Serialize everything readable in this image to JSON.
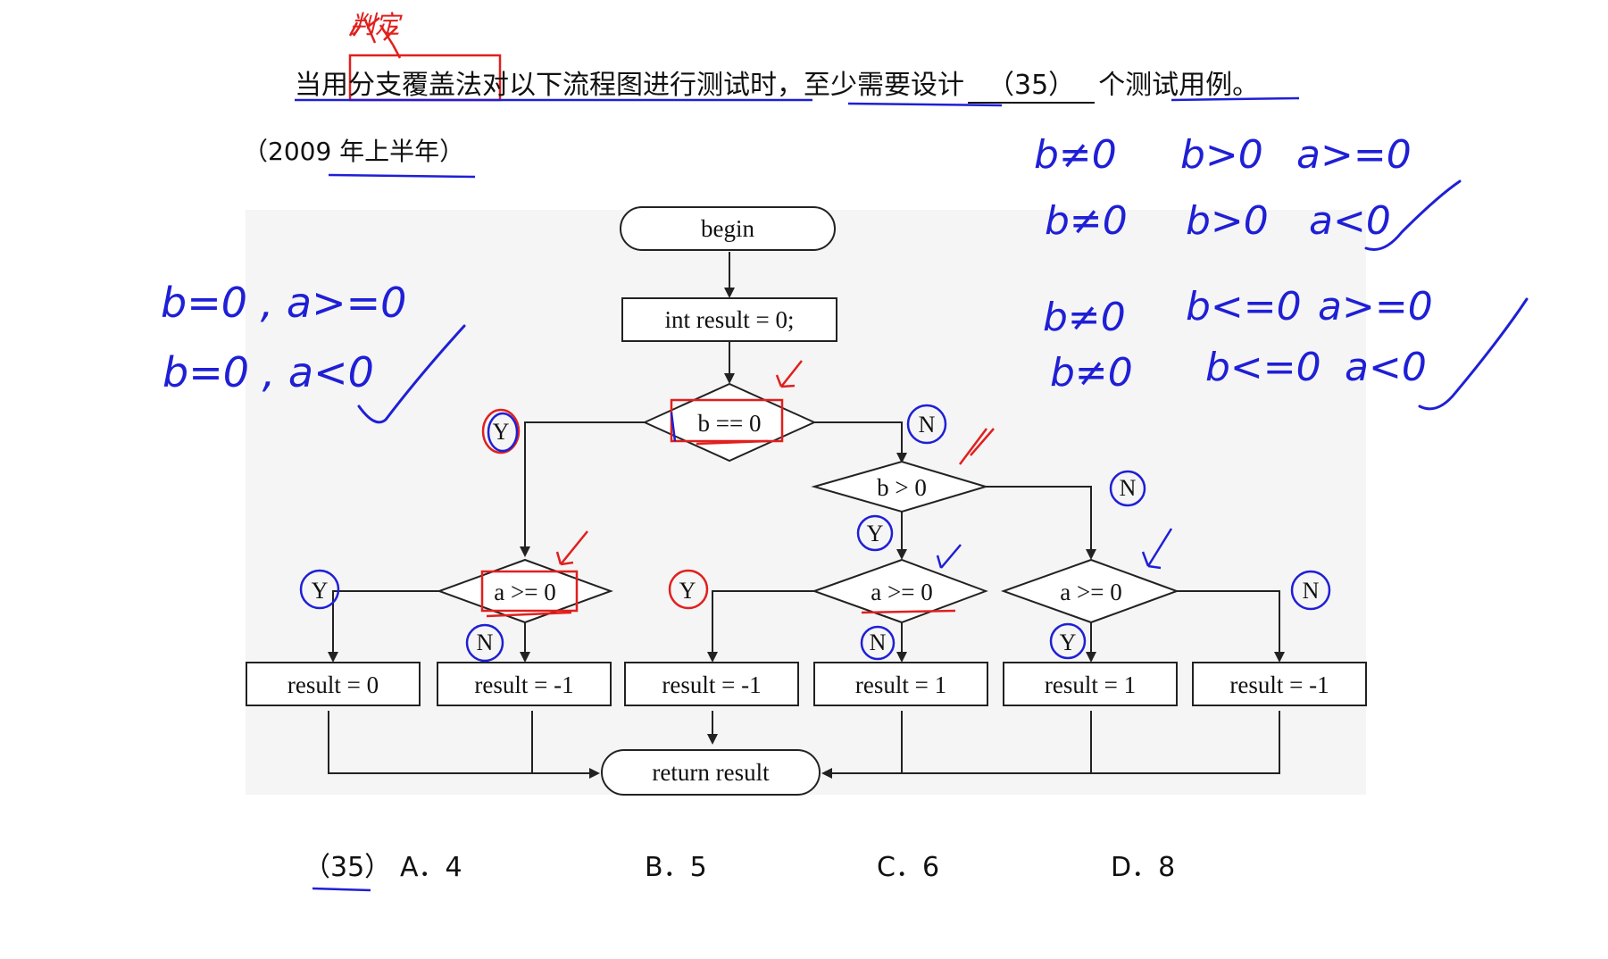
{
  "question": {
    "part1": "当用",
    "highlight": "分支覆盖法",
    "part2": "对以下流程图进行测试时，至少需要设计",
    "blank": "（35）",
    "part3": "个测试用例。",
    "year": "（2009 年上半年）"
  },
  "flowchart": {
    "begin": "begin",
    "init": "int result = 0;",
    "cond_b_eq": "b == 0",
    "cond_b_gt": "b > 0",
    "cond_a1": "a >= 0",
    "cond_a2": "a >= 0",
    "cond_a3": "a >= 0",
    "r1": "result = 0",
    "r2": "result = -1",
    "r3": "result = -1",
    "r4": "result = 1",
    "r5": "result = 1",
    "r6": "result = -1",
    "ret": "return result",
    "yes": "Y",
    "no": "N"
  },
  "answers": {
    "num": "（35）",
    "A": "A．4",
    "B": "B．5",
    "C": "C．6",
    "D": "D．8"
  },
  "annotations": {
    "top_mark": "判定",
    "left1": "b=0 , a>=0",
    "left2": "b=0 , a<0",
    "right1": [
      "b≠0",
      "b>0",
      "a>=0"
    ],
    "right2": [
      "b≠0",
      "b>0",
      "a<0"
    ],
    "right3": [
      "b≠0",
      "b<=0",
      "a>=0"
    ],
    "right4": [
      "b≠0",
      "b<=0",
      "a<0"
    ]
  },
  "colors": {
    "ink": "#111111",
    "blue_pen": "#1f1fd6",
    "red_pen": "#e0201e",
    "diagram_bg": "#f4f4f4"
  }
}
